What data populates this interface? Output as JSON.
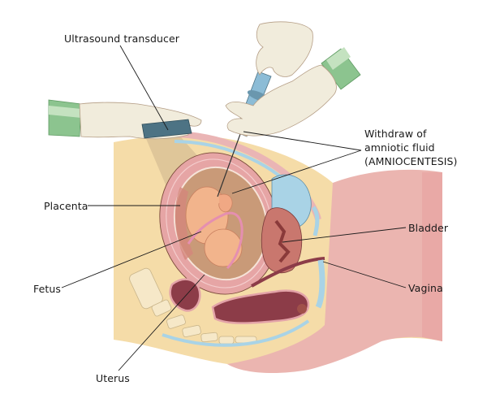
{
  "title": "Amniocentesis procedure anatomical illustration",
  "labels": {
    "ultrasound_transducer": "Ultrasound transducer",
    "withdraw_line1": "Withdraw of",
    "withdraw_line2": "amniotic fluid",
    "withdraw_line3": "(AMNIOCENTESIS)",
    "placenta": "Placenta",
    "bladder": "Bladder",
    "fetus": "Fetus",
    "vagina": "Vagina",
    "uterus": "Uterus"
  },
  "colors": {
    "skin": "#f5dca8",
    "skin_pink": "#eab2ad",
    "uterus_wall": "#e6a5a5",
    "amniotic_fluid": "#c99a78",
    "fetus": "#f2b48c",
    "bladder": "#a9d3e6",
    "glove": "#f1ecdc",
    "sleeve": "#8cc48f",
    "transducer": "#4d7384",
    "syringe": "#8cbcd6",
    "rectum": "#8c3c48",
    "line": "#1a1a1a"
  }
}
